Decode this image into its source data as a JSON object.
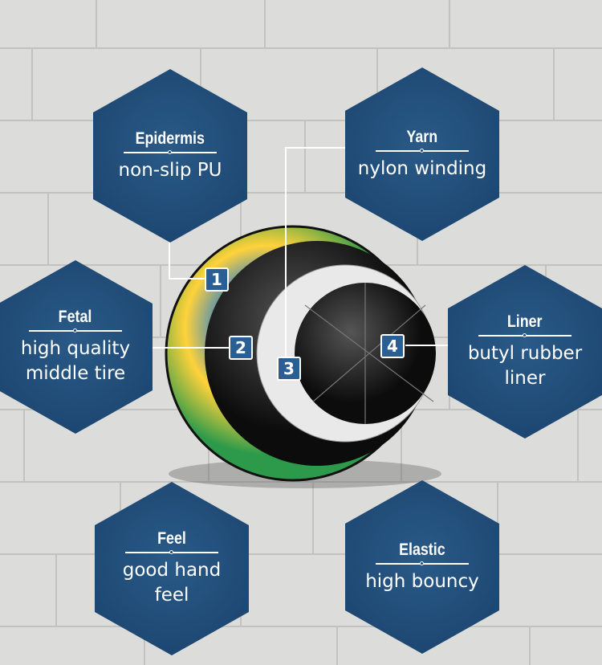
{
  "accent_color": "#1c4670",
  "features": [
    {
      "title": "Epidermis",
      "desc": [
        "non-slip PU"
      ]
    },
    {
      "title": "Yarn",
      "desc": [
        "nylon winding"
      ]
    },
    {
      "title": "Fetal",
      "desc": [
        "high quality",
        "middle tire"
      ]
    },
    {
      "title": "Liner",
      "desc": [
        "butyl rubber",
        "liner"
      ]
    },
    {
      "title": "Feel",
      "desc": [
        "good hand",
        "feel"
      ]
    },
    {
      "title": "Elastic",
      "desc": [
        "high bouncy"
      ]
    }
  ],
  "layers": [
    "1",
    "2",
    "3",
    "4"
  ]
}
